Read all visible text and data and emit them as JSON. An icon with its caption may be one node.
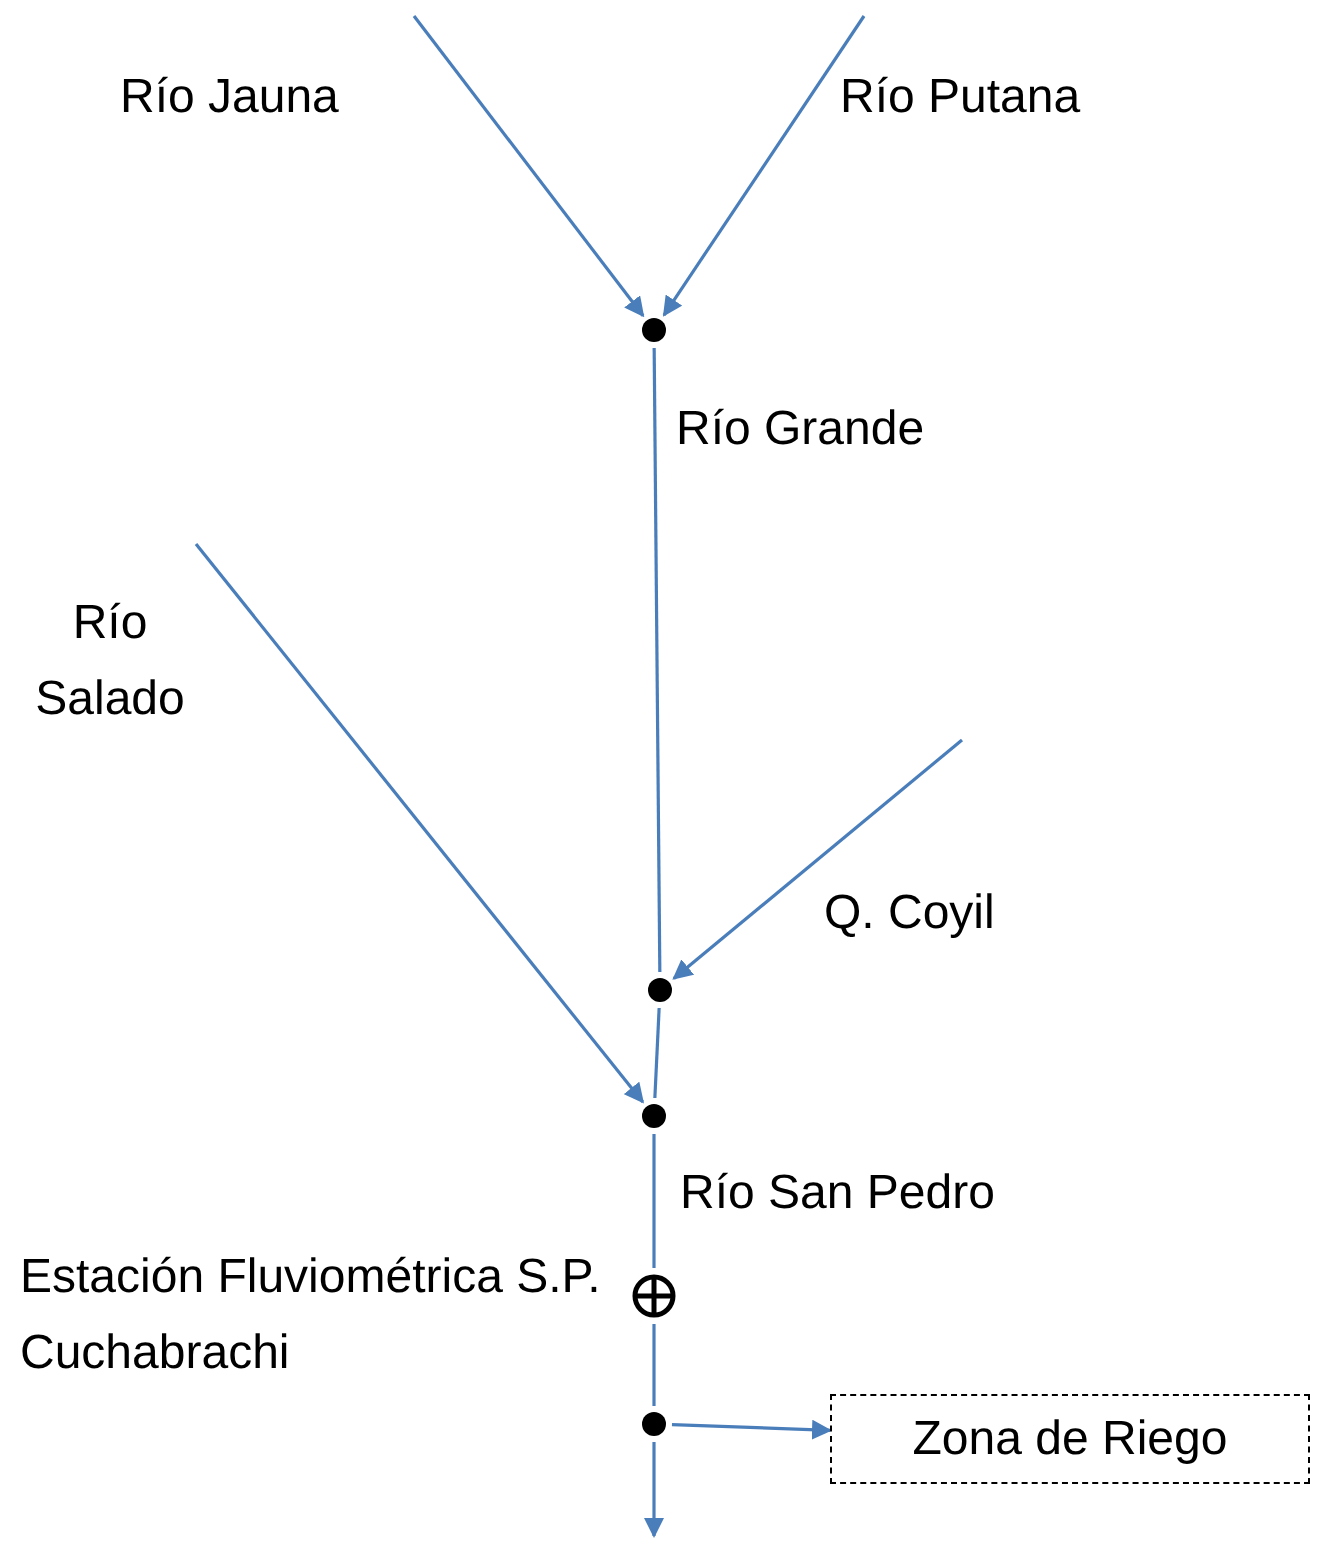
{
  "diagram": {
    "nodes": [
      {
        "text": [],
        "shape": "circle"
      },
      {
        "text": [],
        "shape": "circle"
      },
      {
        "text": [],
        "shape": "circle"
      },
      {
        "text": [],
        "shape": "circle",
        "beside": [
          "Estación Fluviométrica S.P. Cuchabrachi"
        ]
      },
      {
        "text": [],
        "shape": "circle"
      },
      {
        "text": [
          "Zona de Riego"
        ]
      }
    ],
    "edges": [
      {
        "from": null,
        "to": 0,
        "arrow": "to",
        "label": "Río Jauna"
      },
      {
        "from": null,
        "to": 0,
        "arrow": "to",
        "label": "Río Putana"
      },
      {
        "from": 0,
        "to": 1,
        "arrow": "none",
        "label": "Río Grande"
      },
      {
        "from": null,
        "to": 1,
        "arrow": "to",
        "label": "Q. Coyil"
      },
      {
        "from": 1,
        "to": 2,
        "arrow": "none"
      },
      {
        "from": null,
        "to": 2,
        "arrow": "to",
        "label": "Río Salado"
      },
      {
        "from": 2,
        "to": 3,
        "arrow": "none",
        "label": "Río San Pedro"
      },
      {
        "from": 3,
        "to": 4,
        "arrow": "none"
      },
      {
        "from": 4,
        "to": 5,
        "arrow": "to"
      },
      {
        "from": 4,
        "to": null,
        "arrow": "to"
      }
    ]
  }
}
